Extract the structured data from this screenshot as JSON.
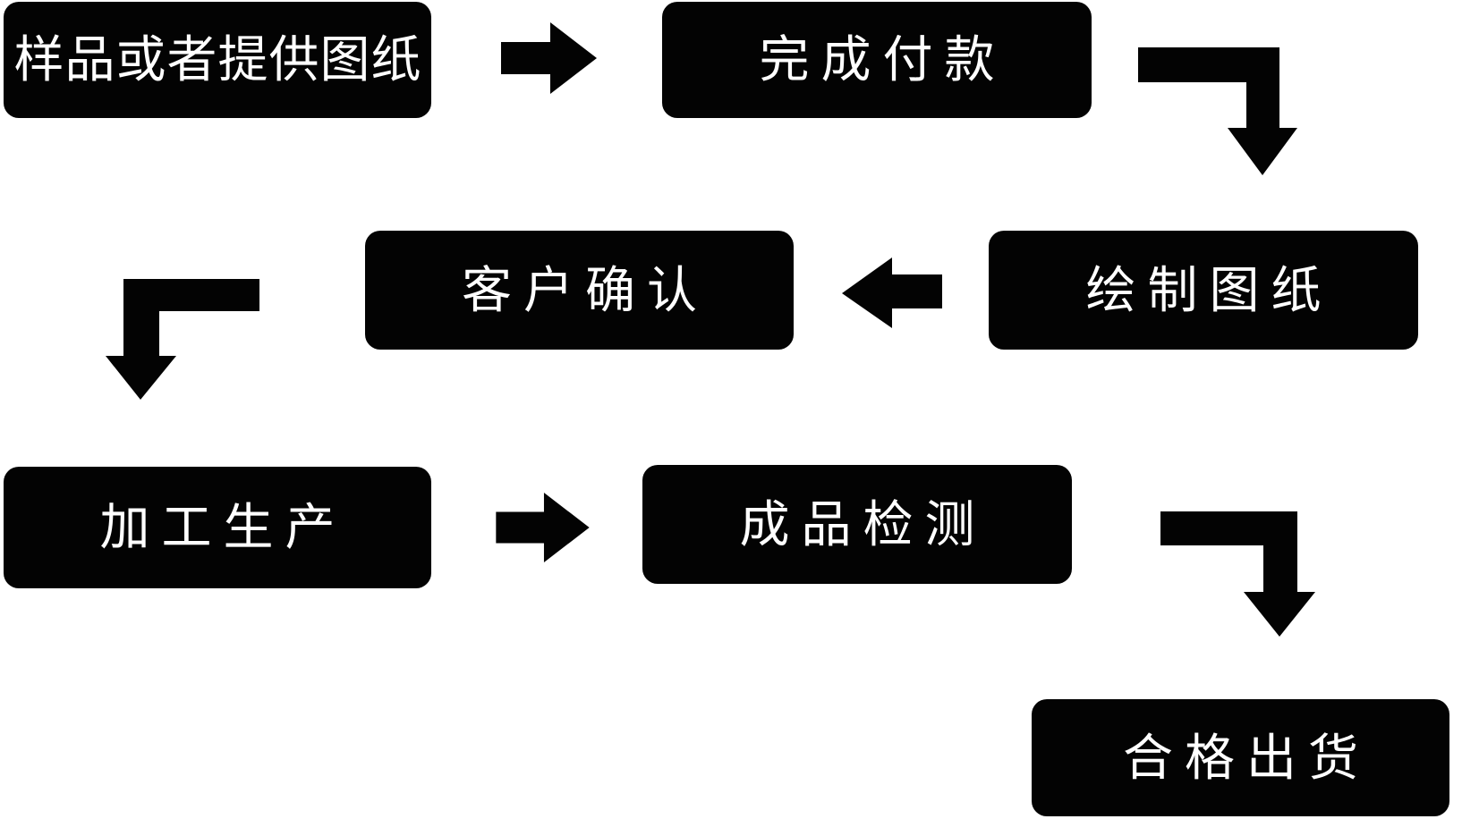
{
  "diagram": {
    "title": "production-process-flowchart",
    "colors": {
      "canvas_bg": "#ffffff",
      "node_bg": "#030303",
      "node_text": "#ffffff",
      "arrow": "#030303"
    },
    "nodes": [
      {
        "id": "sample-or-provide-drawings",
        "label": "样品或者提供图纸"
      },
      {
        "id": "complete-payment",
        "label": "完成付款"
      },
      {
        "id": "draw-drawings",
        "label": "绘制图纸"
      },
      {
        "id": "customer-confirmation",
        "label": "客户确认"
      },
      {
        "id": "processing-production",
        "label": "加工生产"
      },
      {
        "id": "finished-product-inspection",
        "label": "成品检测"
      },
      {
        "id": "qualified-shipment",
        "label": "合格出货"
      }
    ],
    "arrows": [
      {
        "from": "样品或者提供图纸",
        "to": "完成付款",
        "shape": "straight-right"
      },
      {
        "from": "完成付款",
        "to": "绘制图纸",
        "shape": "elbow-right-down"
      },
      {
        "from": "绘制图纸",
        "to": "客户确认",
        "shape": "straight-left"
      },
      {
        "from": "客户确认",
        "to": "加工生产",
        "shape": "elbow-left-down"
      },
      {
        "from": "加工生产",
        "to": "成品检测",
        "shape": "straight-right"
      },
      {
        "from": "成品检测",
        "to": "合格出货",
        "shape": "elbow-right-down"
      }
    ]
  }
}
